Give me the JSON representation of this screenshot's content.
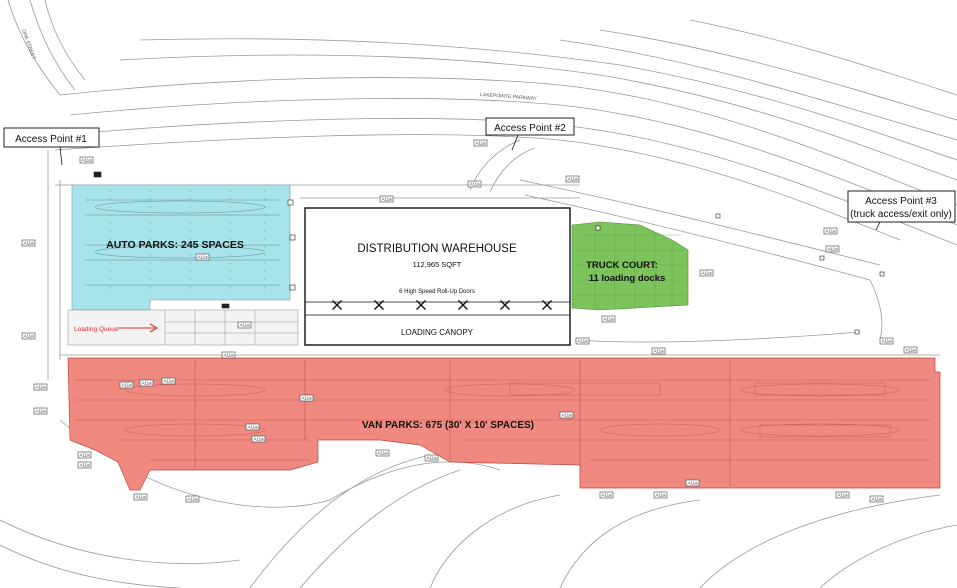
{
  "site_plan": {
    "street_labels": {
      "oak": "OAK STREET",
      "lakepointe": "LAKEPOINTE PARKWAY"
    },
    "access_points": [
      {
        "title": "Access Point #1"
      },
      {
        "title": "Access Point #2"
      },
      {
        "title": "Access Point #3",
        "note": "(truck access/exit only)"
      }
    ],
    "warehouse": {
      "title": "DISTRIBUTION WAREHOUSE",
      "area": "112,965 SQFT",
      "doors_note": "6 High Speed Roll-Up Doors",
      "door_count": 6,
      "canopy": "LOADING CANOPY"
    },
    "zones": {
      "auto": {
        "label": "AUTO PARKS: 245 SPACES",
        "color": "#a6e3ea"
      },
      "truck": {
        "line1": "TRUCK COURT:",
        "line2": "11 loading docks",
        "color": "#7cc35c"
      },
      "van": {
        "label": "VAN PARKS: 675 (30' X 10' SPACES)",
        "color": "#f08a80"
      }
    },
    "loading_queue": "Loading Queue",
    "colors": {
      "road_line": "#9a9a9a",
      "queue_arrow": "#e0302a"
    },
    "tag_label": "A11a"
  }
}
